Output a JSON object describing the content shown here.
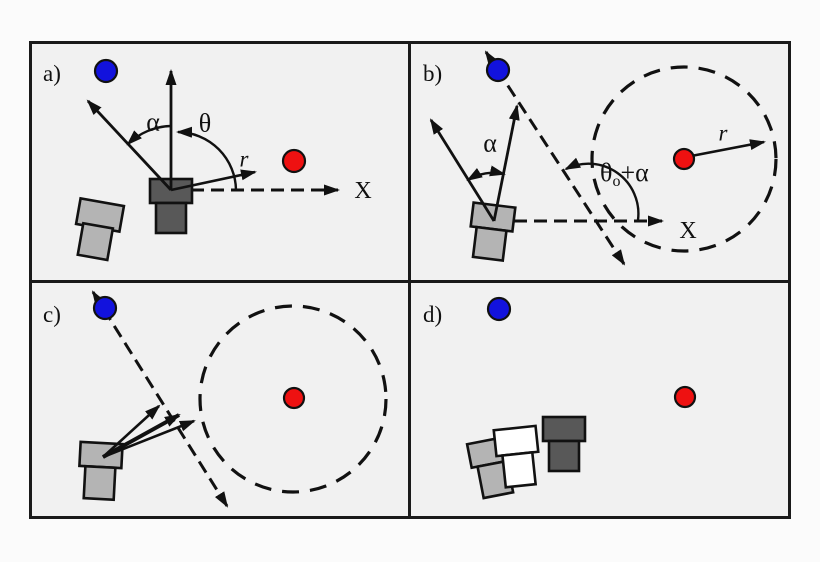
{
  "figure": {
    "type": "four-panel-robot-navigation-diagram",
    "panels": [
      {
        "id": "a",
        "label": "a)",
        "annotations": {
          "alpha": "α",
          "theta": "θ",
          "radius": "r",
          "x_axis": "X"
        }
      },
      {
        "id": "b",
        "label": "b)",
        "annotations": {
          "alpha": "α",
          "theta_base": "θ",
          "theta_sub": "o",
          "theta_rest": "+α",
          "radius": "r",
          "x_axis": "X"
        }
      },
      {
        "id": "c",
        "label": "c)",
        "annotations": {}
      },
      {
        "id": "d",
        "label": "d)",
        "annotations": {}
      }
    ],
    "colors": {
      "page_background": "#fbfbfb",
      "panel_background": "#f1f1f1",
      "border": "#1a1a1a",
      "line": "#111111",
      "blue_marker": "#1212dd",
      "red_marker": "#ee1111",
      "robot_light": "#b4b4b4",
      "robot_dark": "#585858",
      "robot_white": "#ffffff"
    }
  }
}
